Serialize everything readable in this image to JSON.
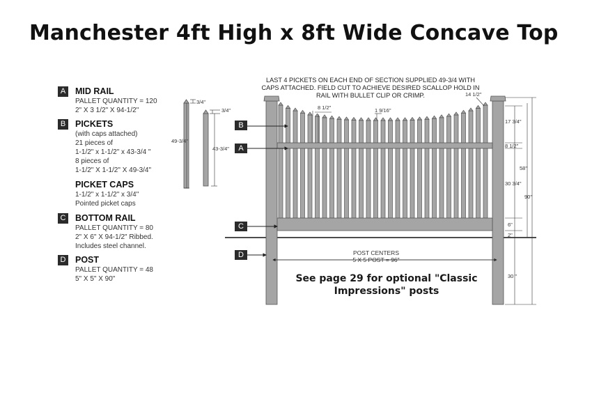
{
  "title": "Manchester 4ft High x 8ft Wide Concave Top",
  "legend": [
    {
      "letter": "A",
      "heading": "MID RAIL",
      "lines": [
        "PALLET QUANTITY = 120",
        "2\" X 3 1/2\" X 94-1/2\""
      ]
    },
    {
      "letter": "B",
      "heading": "PICKETS",
      "lines": [
        "(with caps attached)",
        "21 pieces of",
        "1-1/2\" x 1-1/2\" x 43-3/4 \"",
        "8 pieces of",
        "1-1/2\" X 1-1/2\" X 49-3/4\""
      ]
    },
    {
      "letter": "",
      "heading": "PICKET CAPS",
      "lines": [
        "1-1/2\" x 1-1/2\" x 3/4\"",
        "Pointed picket caps"
      ]
    },
    {
      "letter": "C",
      "heading": "BOTTOM RAIL",
      "lines": [
        "PALLET QUANTITY = 80",
        "2\" X 6\" X 94-1/2\" Ribbed.",
        "Includes steel channel."
      ]
    },
    {
      "letter": "D",
      "heading": "POST",
      "lines": [
        "PALLET QUANTITY = 48",
        "5\" X 5\" X 90\""
      ]
    }
  ],
  "note": "LAST 4 PICKETS ON EACH END OF SECTION SUPPLIED 49-3/4 WITH CAPS ATTACHED. FIELD CUT TO ACHIEVE DESIRED SCALLOP HOLD IN RAIL WITH BULLET CLIP OR CRIMP.",
  "callouts": {
    "b": "B",
    "a": "A",
    "c": "C",
    "d": "D"
  },
  "picket_dims": {
    "cap1": "3/4\"",
    "len1": "49-3/4\"",
    "cap2": "3/4\"",
    "len2": "43-3/4\""
  },
  "fence_dims": {
    "gap": "8 1/2\"",
    "spacing": "1 9/16\"",
    "end_gap": "14 1/2\"",
    "top": "17 3/4\"",
    "rail_a": "8 1/2\"",
    "mid": "30 3/4\"",
    "rail_c": "6\"",
    "ground": "2\"",
    "fence_h": "58\"",
    "post_h": "90\"",
    "bury": "30 \""
  },
  "post_centers": [
    "POST CENTERS",
    "5 X 5 POST = 96\""
  ],
  "see_page": [
    "See page 29 for optional \"Classic",
    "Impressions\" posts"
  ],
  "colors": {
    "fence_fill": "#a5a5a5",
    "fence_stroke": "#555555",
    "badge": "#2b2b2b"
  }
}
